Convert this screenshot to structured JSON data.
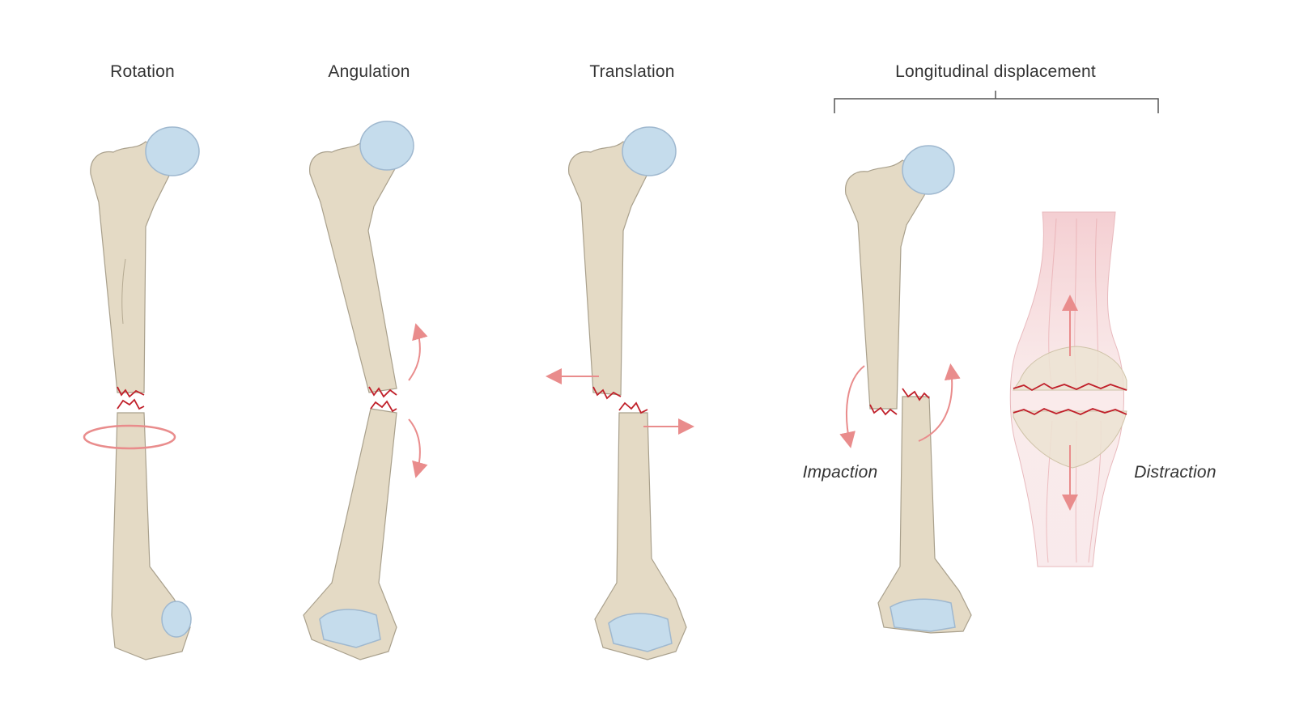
{
  "labels": {
    "rotation": "Rotation",
    "angulation": "Angulation",
    "translation": "Translation",
    "longitudinal": "Longitudinal displacement",
    "impaction": "Impaction",
    "distraction": "Distraction"
  },
  "colors": {
    "bone": "#e4dac5",
    "bone_shade": "#cfc3a8",
    "bone_outline": "#a9a08c",
    "cartilage": "#c5dcec",
    "cartilage_outline": "#9fb8cf",
    "fracture_line": "#c0202a",
    "arrow": "#e98c8c",
    "muscle": "#f1c9cc",
    "text": "#333333"
  }
}
